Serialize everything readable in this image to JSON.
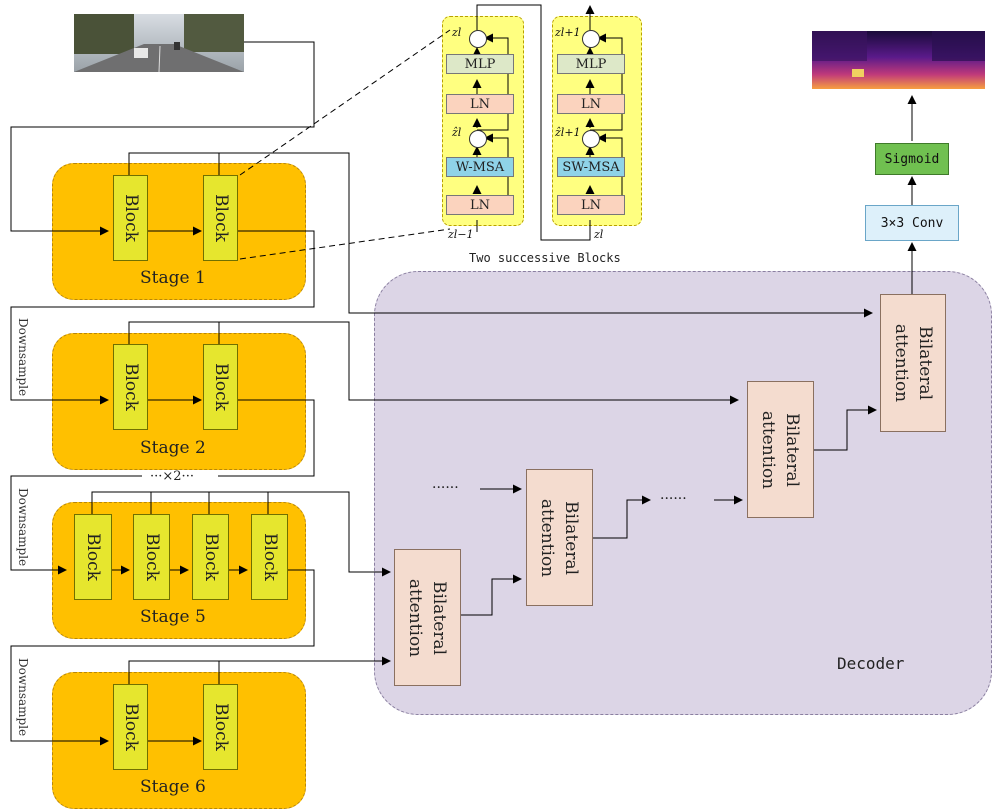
{
  "stages": [
    {
      "label": "Stage 1",
      "blocks": [
        "Block",
        "Block"
      ]
    },
    {
      "label": "Stage 2",
      "blocks": [
        "Block",
        "Block"
      ]
    },
    {
      "label": "Stage 5",
      "blocks": [
        "Block",
        "Block",
        "Block",
        "Block"
      ]
    },
    {
      "label": "Stage 6",
      "blocks": [
        "Block",
        "Block"
      ]
    }
  ],
  "downsample_label": "Downsample",
  "repeat_label": "···×2···",
  "transformer": {
    "caption": "Two successive Blocks",
    "left": {
      "mlp": "MLP",
      "ln_top": "LN",
      "msa": "W-MSA",
      "ln_bottom": "LN",
      "z_out": "zl",
      "z_mid": "ẑl",
      "z_in": "zl−1"
    },
    "right": {
      "mlp": "MLP",
      "ln_top": "LN",
      "msa": "SW-MSA",
      "ln_bottom": "LN",
      "z_out": "zl+1",
      "z_mid": "ẑl+1",
      "z_in": "zl"
    }
  },
  "decoder": {
    "label": "Decoder",
    "bilateral_line1": "Bilateral",
    "bilateral_line2": "attention",
    "ellipsis": "······"
  },
  "head": {
    "conv": "3×3 Conv",
    "sigmoid": "Sigmoid"
  },
  "colors": {
    "stage": "#FFC000",
    "block": "#E6E62E",
    "decoder": "#DCD5E6",
    "bilateral": "#F4DCCF",
    "sigmoid": "#70C050",
    "conv": "#DDF0FA"
  }
}
